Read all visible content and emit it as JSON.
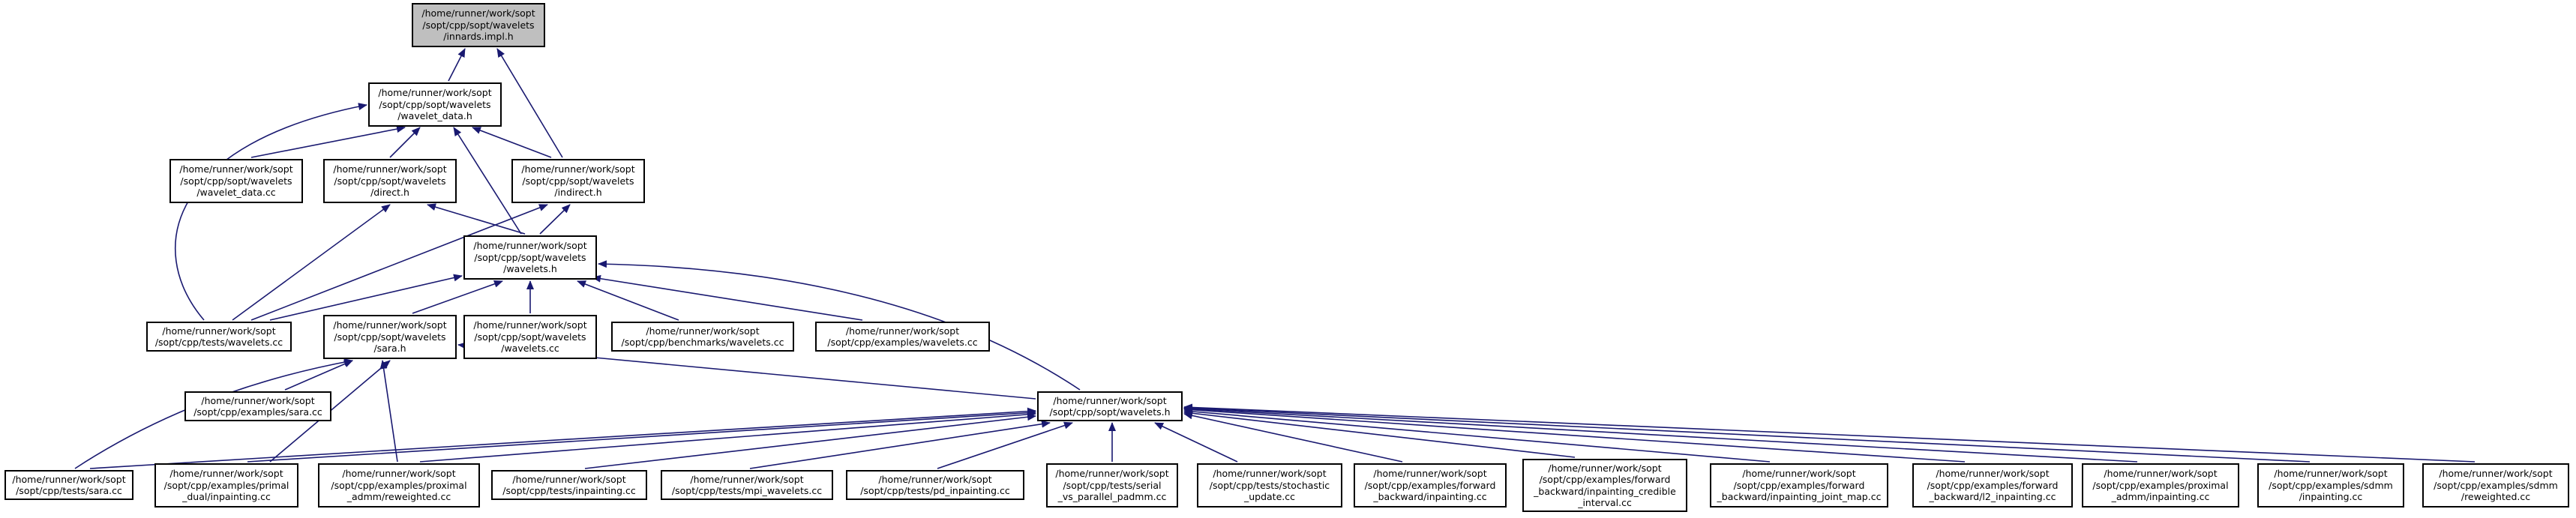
{
  "colors": {
    "edge": "#191970",
    "root_fill": "#bfbfbf",
    "node_fill": "#ffffff",
    "border": "#000000"
  },
  "nodes": {
    "innards": [
      "/home/runner/work/sopt",
      "/sopt/cpp/sopt/wavelets",
      "/innards.impl.h"
    ],
    "wavelet_data_h": [
      "/home/runner/work/sopt",
      "/sopt/cpp/sopt/wavelets",
      "/wavelet_data.h"
    ],
    "wavelet_data_cc": [
      "/home/runner/work/sopt",
      "/sopt/cpp/sopt/wavelets",
      "/wavelet_data.cc"
    ],
    "direct_h": [
      "/home/runner/work/sopt",
      "/sopt/cpp/sopt/wavelets",
      "/direct.h"
    ],
    "indirect_h": [
      "/home/runner/work/sopt",
      "/sopt/cpp/sopt/wavelets",
      "/indirect.h"
    ],
    "wavelets_wh": [
      "/home/runner/work/sopt",
      "/sopt/cpp/sopt/wavelets",
      "/wavelets.h"
    ],
    "tests_wavelets": [
      "/home/runner/work/sopt",
      "/sopt/cpp/tests/wavelets.cc"
    ],
    "sara_h": [
      "/home/runner/work/sopt",
      "/sopt/cpp/sopt/wavelets",
      "/sara.h"
    ],
    "wavelets_wcc": [
      "/home/runner/work/sopt",
      "/sopt/cpp/sopt/wavelets",
      "/wavelets.cc"
    ],
    "bench_wavelets": [
      "/home/runner/work/sopt",
      "/sopt/cpp/benchmarks/wavelets.cc"
    ],
    "ex_wavelets": [
      "/home/runner/work/sopt",
      "/sopt/cpp/examples/wavelets.cc"
    ],
    "ex_sara": [
      "/home/runner/work/sopt",
      "/sopt/cpp/examples/sara.cc"
    ],
    "sopt_wavelets_h": [
      "/home/runner/work/sopt",
      "/sopt/cpp/sopt/wavelets.h"
    ],
    "tests_sara": [
      "/home/runner/work/sopt",
      "/sopt/cpp/tests/sara.cc"
    ],
    "ex_primal_dual": [
      "/home/runner/work/sopt",
      "/sopt/cpp/examples/primal",
      "_dual/inpainting.cc"
    ],
    "ex_prox_rew": [
      "/home/runner/work/sopt",
      "/sopt/cpp/examples/proximal",
      "_admm/reweighted.cc"
    ],
    "tests_inpaint": [
      "/home/runner/work/sopt",
      "/sopt/cpp/tests/inpainting.cc"
    ],
    "tests_mpi": [
      "/home/runner/work/sopt",
      "/sopt/cpp/tests/mpi_wavelets.cc"
    ],
    "tests_pd": [
      "/home/runner/work/sopt",
      "/sopt/cpp/tests/pd_inpainting.cc"
    ],
    "tests_serial": [
      "/home/runner/work/sopt",
      "/sopt/cpp/tests/serial",
      "_vs_parallel_padmm.cc"
    ],
    "tests_stoch": [
      "/home/runner/work/sopt",
      "/sopt/cpp/tests/stochastic",
      "_update.cc"
    ],
    "ex_fb_inpaint": [
      "/home/runner/work/sopt",
      "/sopt/cpp/examples/forward",
      "_backward/inpainting.cc"
    ],
    "ex_fb_cred": [
      "/home/runner/work/sopt",
      "/sopt/cpp/examples/forward",
      "_backward/inpainting_credible",
      "_interval.cc"
    ],
    "ex_fb_joint": [
      "/home/runner/work/sopt",
      "/sopt/cpp/examples/forward",
      "_backward/inpainting_joint_map.cc"
    ],
    "ex_fb_l2": [
      "/home/runner/work/sopt",
      "/sopt/cpp/examples/forward",
      "_backward/l2_inpainting.cc"
    ],
    "ex_prox_inpaint": [
      "/home/runner/work/sopt",
      "/sopt/cpp/examples/proximal",
      "_admm/inpainting.cc"
    ],
    "ex_sdmm_inpaint": [
      "/home/runner/work/sopt",
      "/sopt/cpp/examples/sdmm",
      "/inpainting.cc"
    ],
    "ex_sdmm_rew": [
      "/home/runner/work/sopt",
      "/sopt/cpp/examples/sdmm",
      "/reweighted.cc"
    ]
  }
}
